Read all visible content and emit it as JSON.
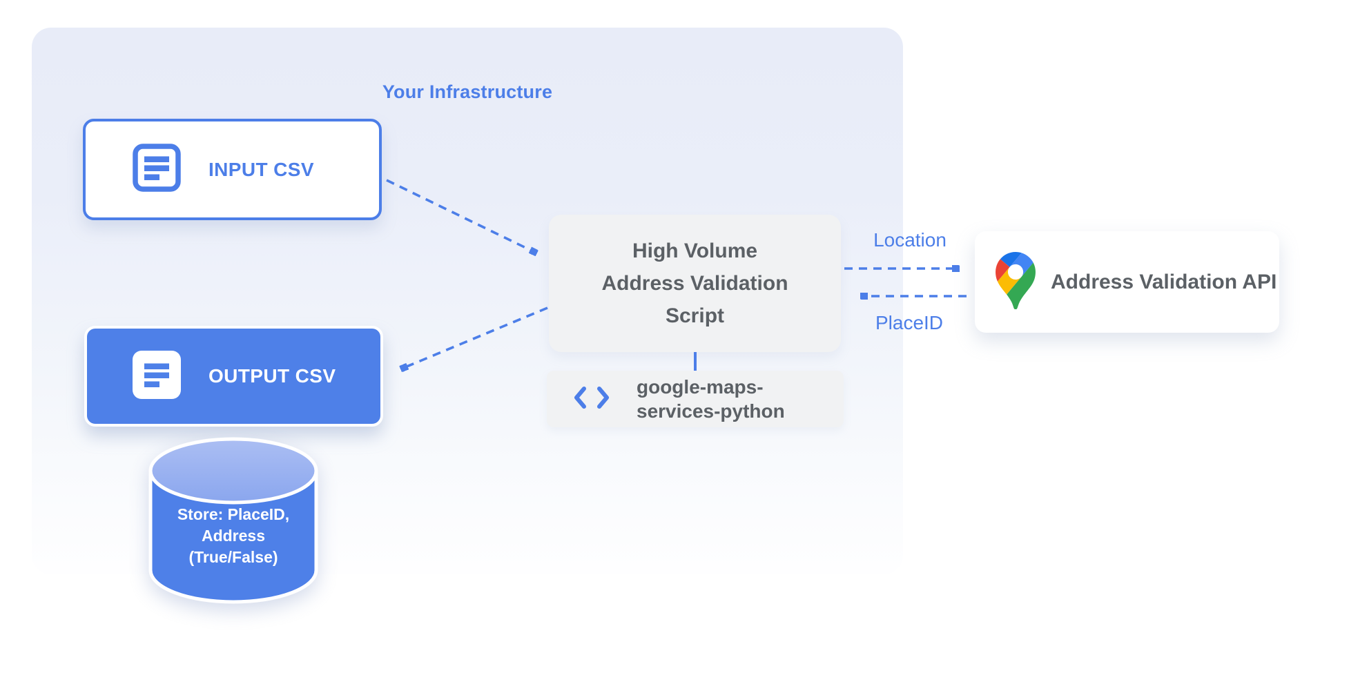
{
  "infrastructure": {
    "title": "Your Infrastructure"
  },
  "nodes": {
    "input_csv": {
      "label": "INPUT CSV",
      "icon": "document-icon"
    },
    "output_csv": {
      "label": "OUTPUT CSV",
      "icon": "document-icon"
    },
    "datastore": {
      "line1": "Store: PlaceID,",
      "line2": "Address",
      "line3": "(True/False)",
      "icon": "database-cylinder"
    },
    "script": {
      "line1": "High Volume",
      "line2": "Address Validation",
      "line3": "Script"
    },
    "library": {
      "line1": "google-maps-",
      "line2": "services-python",
      "icon": "code-brackets-icon"
    },
    "api": {
      "label": "Address Validation API",
      "icon": "google-maps-pin-icon"
    }
  },
  "edge_labels": {
    "location": "Location",
    "placeid": "PlaceID"
  },
  "colors": {
    "accent_blue": "#4c7ee8",
    "node_blue_fill": "#4e80e8",
    "container_lavender": "#e8ecf8",
    "gray_box": "#f1f2f3",
    "dark_gray_text": "#5b6065",
    "pin_blue": "#4285f4",
    "pin_red": "#ea4335",
    "pin_yellow": "#fbbc04",
    "pin_green": "#34a853"
  }
}
